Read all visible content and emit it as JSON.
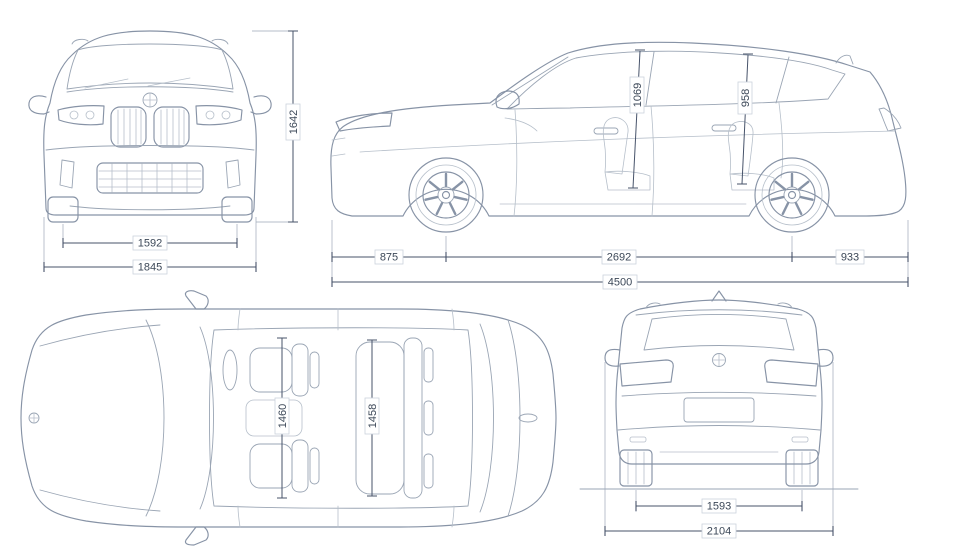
{
  "diagram": {
    "colors": {
      "background": "#ffffff",
      "car_line": "#8793a6",
      "car_line_light": "#b6bfca",
      "dimension_line": "#47536a",
      "label_text": "#3c4858",
      "label_box_border": "#ccd3dc"
    },
    "front_view": {
      "track_width": "1592",
      "overall_width": "1845",
      "overall_height": "1642"
    },
    "side_view": {
      "front_interior_height": "1069",
      "rear_interior_height": "958",
      "front_overhang": "875",
      "wheelbase": "2692",
      "rear_overhang": "933",
      "overall_length": "4500"
    },
    "top_view": {
      "front_interior_width": "1460",
      "rear_interior_width": "1458"
    },
    "rear_view": {
      "track_width": "1593",
      "overall_width_incl_mirrors": "2104"
    }
  }
}
